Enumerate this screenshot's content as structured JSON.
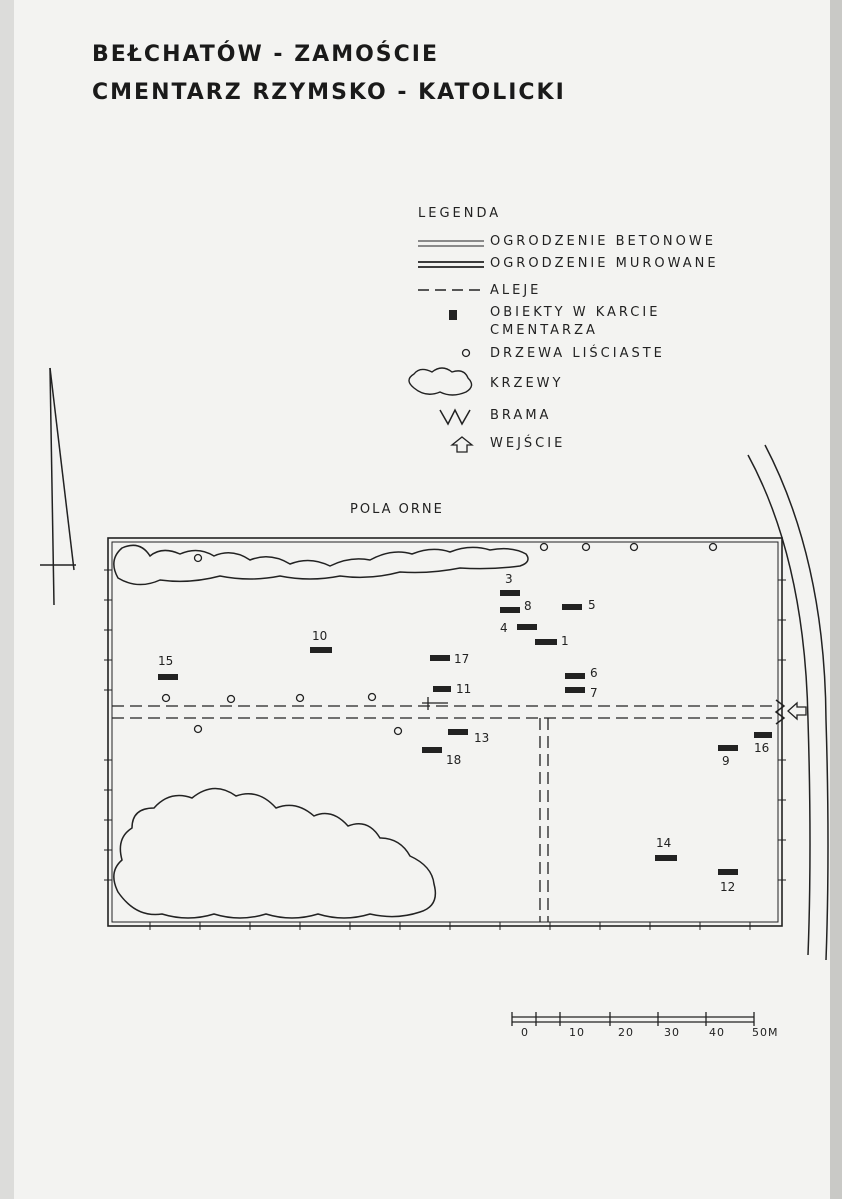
{
  "title": {
    "line1": "BEŁCHATÓW - ZAMOŚCIE",
    "line2": "CMENTARZ RZYMSKO - KATOLICKI"
  },
  "legend": {
    "heading": "LEGENDA",
    "items": [
      {
        "symbol": "double-line-icon",
        "label": "OGRODZENIE BETONOWE"
      },
      {
        "symbol": "double-thick-line-icon",
        "label": "OGRODZENIE MUROWANE"
      },
      {
        "symbol": "dashed-line-icon",
        "label": "ALEJE"
      },
      {
        "symbol": "filled-square-icon",
        "label": "OBIEKTY W KARCIE"
      },
      {
        "symbol": "",
        "label": "CMENTARZA"
      },
      {
        "symbol": "circle-icon",
        "label": "DRZEWA LIŚCIASTE"
      },
      {
        "symbol": "cloud-icon",
        "label": "KRZEWY"
      },
      {
        "symbol": "gate-icon",
        "label": "BRAMA"
      },
      {
        "symbol": "arrow-icon",
        "label": "WEJŚCIE"
      }
    ]
  },
  "map": {
    "top_label": "POLA ORNE",
    "objects": [
      {
        "id": "1",
        "label": "1"
      },
      {
        "id": "3",
        "label": "3"
      },
      {
        "id": "4",
        "label": "4"
      },
      {
        "id": "5",
        "label": "5"
      },
      {
        "id": "6",
        "label": "6"
      },
      {
        "id": "7",
        "label": "7"
      },
      {
        "id": "8",
        "label": "8"
      },
      {
        "id": "9",
        "label": "9"
      },
      {
        "id": "10",
        "label": "10"
      },
      {
        "id": "11",
        "label": "11"
      },
      {
        "id": "12",
        "label": "12"
      },
      {
        "id": "13",
        "label": "13"
      },
      {
        "id": "14",
        "label": "14"
      },
      {
        "id": "15",
        "label": "15"
      },
      {
        "id": "16",
        "label": "16"
      },
      {
        "id": "17",
        "label": "17"
      },
      {
        "id": "18",
        "label": "18"
      }
    ]
  },
  "scale": {
    "ticks": [
      "0",
      "10",
      "20",
      "30",
      "40",
      "50M"
    ]
  }
}
